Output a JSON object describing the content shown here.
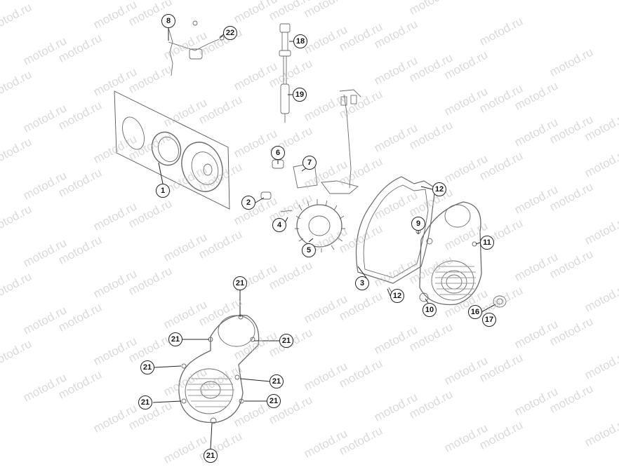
{
  "diagram": {
    "watermark_text": "motod.ru",
    "callouts": [
      {
        "id": "c1",
        "label": "1"
      },
      {
        "id": "c2",
        "label": "2"
      },
      {
        "id": "c3",
        "label": "3"
      },
      {
        "id": "c4",
        "label": "4"
      },
      {
        "id": "c5",
        "label": "5"
      },
      {
        "id": "c6",
        "label": "6"
      },
      {
        "id": "c7",
        "label": "7"
      },
      {
        "id": "c8",
        "label": "8"
      },
      {
        "id": "c9",
        "label": "9"
      },
      {
        "id": "c10",
        "label": "10"
      },
      {
        "id": "c11",
        "label": "11"
      },
      {
        "id": "c12a",
        "label": "12"
      },
      {
        "id": "c12b",
        "label": "12"
      },
      {
        "id": "c16",
        "label": "16"
      },
      {
        "id": "c17",
        "label": "17"
      },
      {
        "id": "c18",
        "label": "18"
      },
      {
        "id": "c19",
        "label": "19"
      },
      {
        "id": "c21a",
        "label": "21"
      },
      {
        "id": "c21b",
        "label": "21"
      },
      {
        "id": "c21c",
        "label": "21"
      },
      {
        "id": "c21d",
        "label": "21"
      },
      {
        "id": "c21e",
        "label": "21"
      },
      {
        "id": "c21f",
        "label": "21"
      },
      {
        "id": "c21g",
        "label": "21"
      },
      {
        "id": "c21h",
        "label": "21"
      },
      {
        "id": "c22",
        "label": "22"
      }
    ]
  }
}
